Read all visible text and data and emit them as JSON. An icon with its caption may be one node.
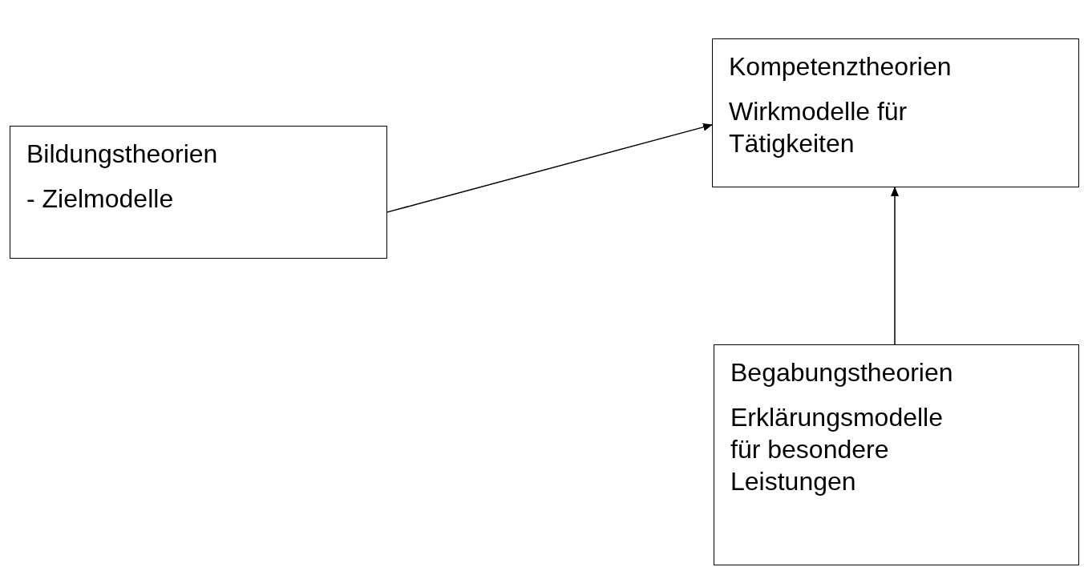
{
  "diagram": {
    "nodes": [
      {
        "text": [
          "Bildungstheorien",
          "- Zielmodelle"
        ]
      },
      {
        "text": [
          "Kompetenztheorien",
          "Wirkmodelle für Tätigkeiten"
        ]
      },
      {
        "text": [
          "Begabungstheorien",
          "Erklärungsmodelle für besondere Leistungen"
        ]
      }
    ],
    "edges": [
      {
        "from": 0,
        "to": 1,
        "arrow": "to"
      },
      {
        "from": 2,
        "to": 1,
        "arrow": "to"
      }
    ]
  }
}
